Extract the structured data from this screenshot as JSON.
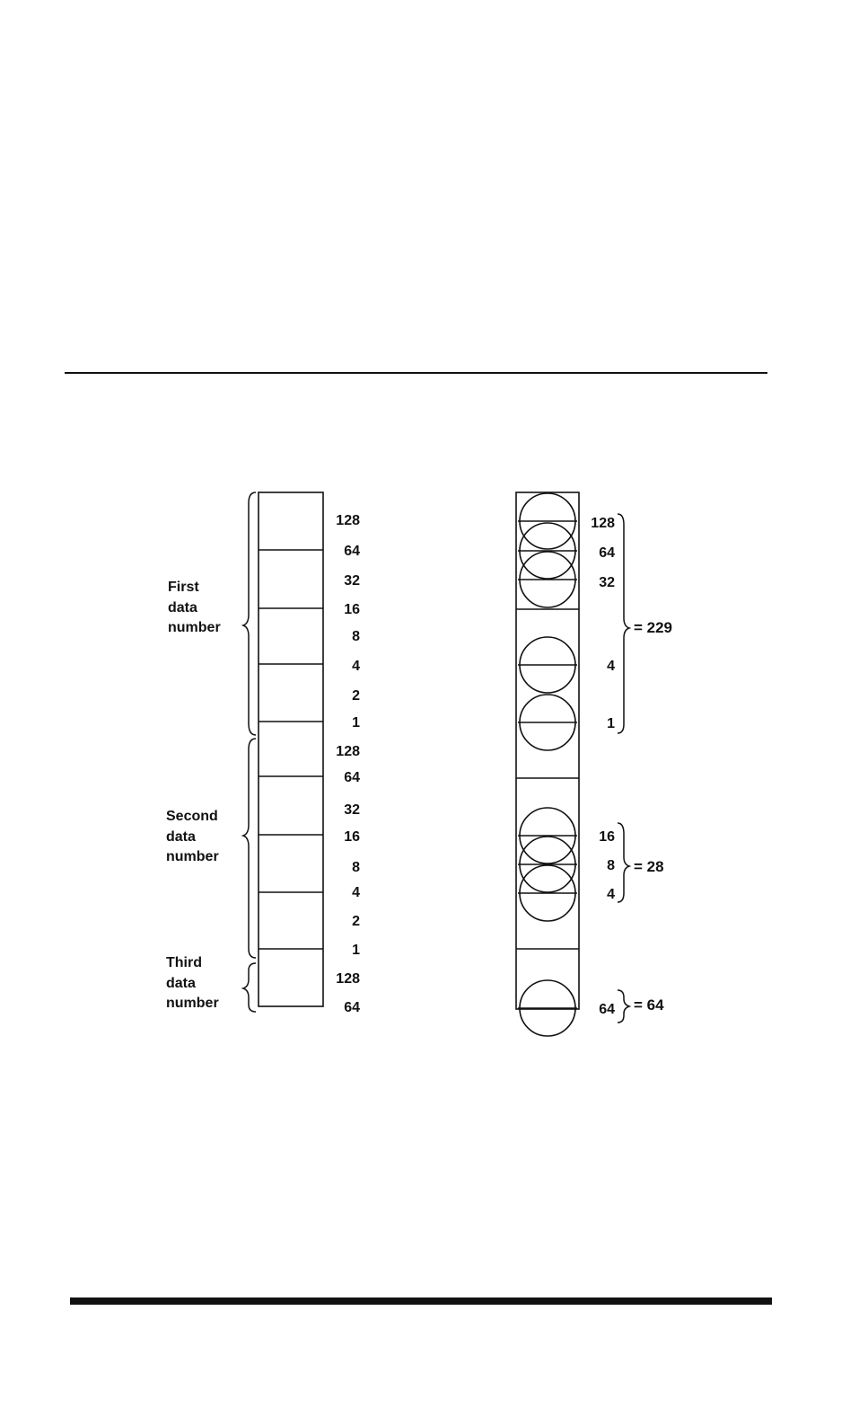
{
  "diagram": {
    "left_groups": [
      {
        "lines": [
          "First",
          "data",
          "number"
        ]
      },
      {
        "lines": [
          "Second",
          "data",
          "number"
        ]
      },
      {
        "lines": [
          "Third",
          "data",
          "number"
        ]
      }
    ],
    "left_bit_labels": [
      "128",
      "64",
      "32",
      "16",
      "8",
      "4",
      "2",
      "1",
      "128",
      "64",
      "32",
      "16",
      "8",
      "4",
      "2",
      "1",
      "128",
      "64"
    ],
    "right_dots": [
      {
        "label": "128"
      },
      {
        "label": "64"
      },
      {
        "label": "32"
      },
      {
        "label": "4"
      },
      {
        "label": "1"
      },
      {
        "label": "16"
      },
      {
        "label": "8"
      },
      {
        "label": "4"
      },
      {
        "label": "64"
      }
    ],
    "right_sums": [
      "= 229",
      "= 28",
      "= 64"
    ]
  }
}
